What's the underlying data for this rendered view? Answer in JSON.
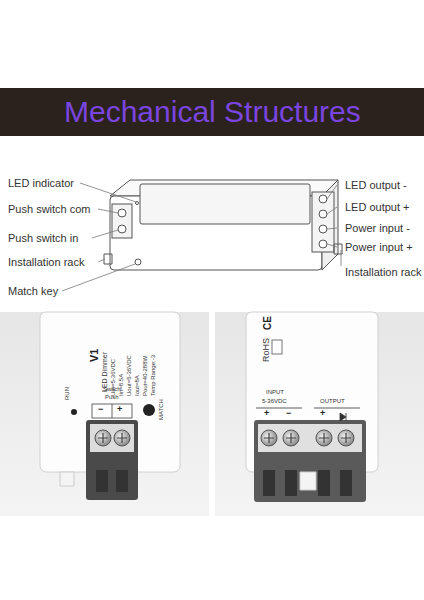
{
  "diagram": {
    "title": "Mechanical Structures",
    "labels": [
      "LED indicator",
      "Push switch com",
      "Push switch in",
      "Installation rack",
      "Match key",
      "LED output -",
      "LED output +",
      "Power input -",
      "Power input +",
      "Installation rack",
      "V1",
      "LED Dimmer",
      "Uin=5-36VDC",
      "Iin=8.5A",
      "Uout=5-36VDC",
      "Iout=8A",
      "Pout=40-288W",
      "Temp Range:-3",
      "RUN",
      "Switch",
      "Push",
      "−",
      "+",
      "MATCH",
      "RoHS",
      "CE",
      "INPUT",
      "5-36VDC",
      "OUTPUT",
      "+",
      "−",
      "+"
    ]
  }
}
